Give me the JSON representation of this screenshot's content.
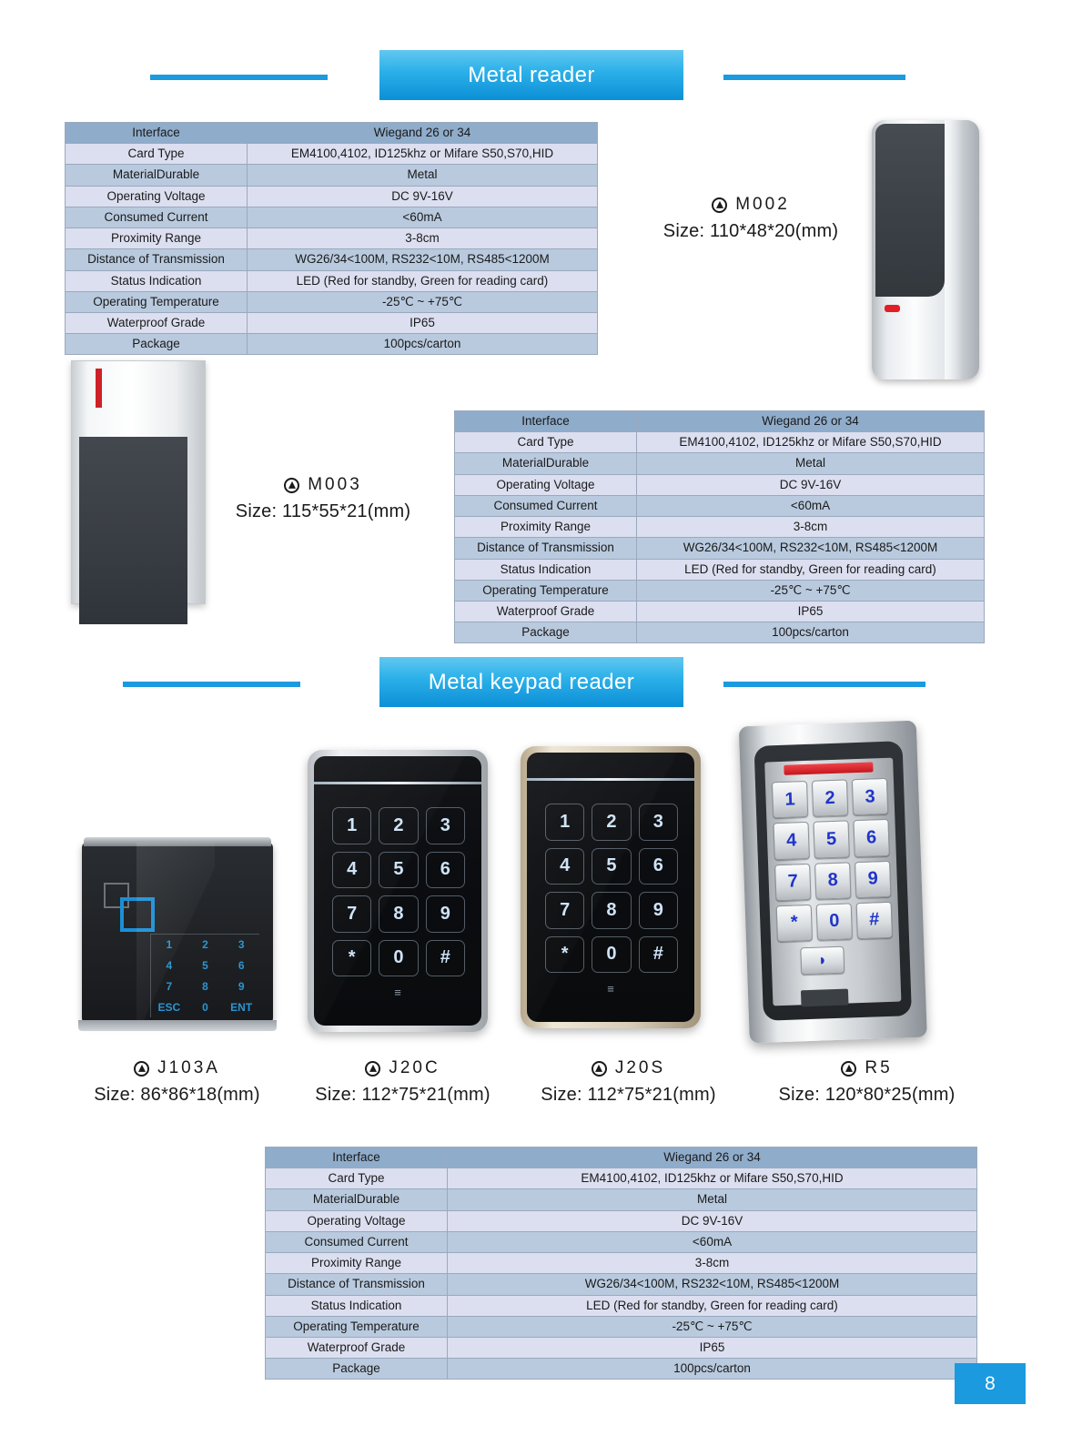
{
  "page": {
    "number": "8",
    "accent_color": "#1b9ae0"
  },
  "sections": [
    {
      "title": "Metal reader"
    },
    {
      "title": "Metal keypad reader"
    }
  ],
  "spec_table": {
    "rows": [
      {
        "key": "Interface",
        "value": "Wiegand 26 or 34"
      },
      {
        "key": "Card Type",
        "value": "EM4100,4102, ID125khz or Mifare S50,S70,HID"
      },
      {
        "key": "MaterialDurable",
        "value": "Metal"
      },
      {
        "key": "Operating Voltage",
        "value": "DC 9V-16V"
      },
      {
        "key": "Consumed Current",
        "value": "<60mA"
      },
      {
        "key": "Proximity Range",
        "value": "3-8cm"
      },
      {
        "key": "Distance of Transmission",
        "value": "WG26/34<100M, RS232<10M, RS485<1200M"
      },
      {
        "key": "Status Indication",
        "value": "LED (Red for standby, Green for reading card)"
      },
      {
        "key": "Operating Temperature",
        "value": "-25℃ ~ +75℃"
      },
      {
        "key": "Waterproof Grade",
        "value": "IP65"
      },
      {
        "key": "Package",
        "value": "100pcs/carton"
      }
    ]
  },
  "products": {
    "m002": {
      "model": "M002",
      "size": "Size: 110*48*20(mm)"
    },
    "m003": {
      "model": "M003",
      "size": "Size: 115*55*21(mm)"
    },
    "j103a": {
      "model": "J103A",
      "size": "Size:  86*86*18(mm)"
    },
    "j20c": {
      "model": "J20C",
      "size": "Size:  112*75*21(mm)"
    },
    "j20s": {
      "model": "J20S",
      "size": "Size:  112*75*21(mm)"
    },
    "r5": {
      "model": "R5",
      "size": "Size:  120*80*25(mm)"
    }
  },
  "keypads": {
    "j103a_keys": [
      "1",
      "2",
      "3",
      "4",
      "5",
      "6",
      "7",
      "8",
      "9",
      "ESC",
      "0",
      "ENT"
    ],
    "j20_keys": [
      "1",
      "2",
      "3",
      "4",
      "5",
      "6",
      "7",
      "8",
      "9",
      "*",
      "0",
      "#"
    ],
    "r5_keys": [
      "1",
      "2",
      "3",
      "4",
      "5",
      "6",
      "7",
      "8",
      "9",
      "*",
      "0",
      "#"
    ],
    "r5_bell": "◗"
  }
}
